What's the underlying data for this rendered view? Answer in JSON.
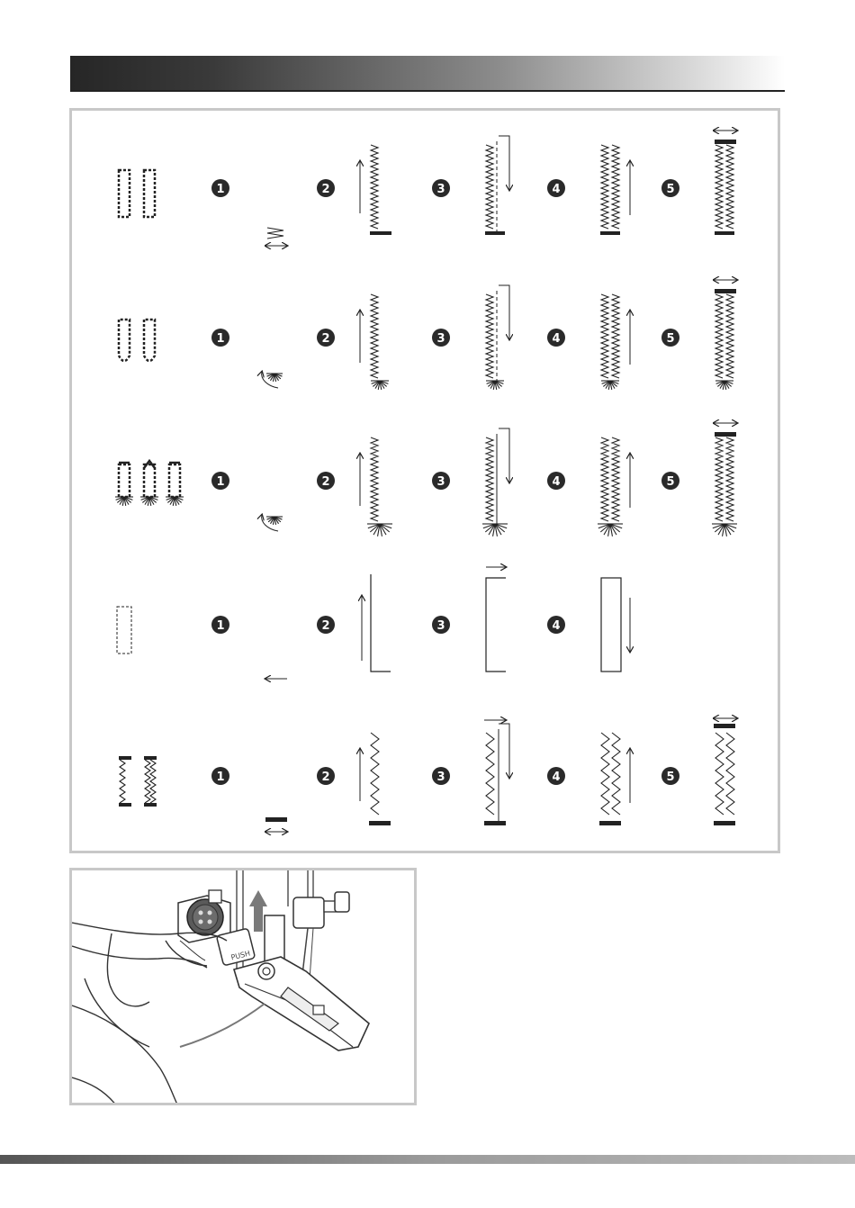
{
  "steps": [
    "1",
    "2",
    "3",
    "4",
    "5"
  ],
  "photo": {
    "button_label": "PUSH"
  },
  "colors": {
    "header_dark": "#262626",
    "panel_border": "#c8c8c8",
    "step_circle": "#2a2a2a",
    "footer": "#8c8c8c"
  }
}
